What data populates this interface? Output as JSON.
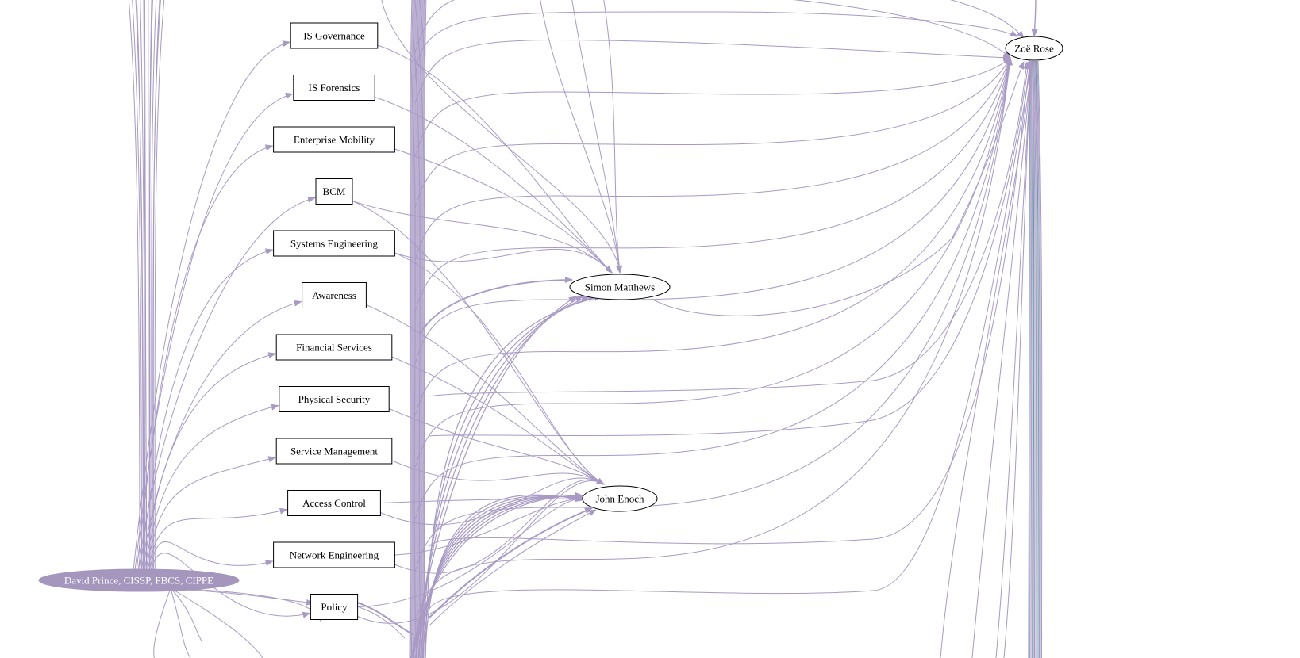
{
  "graph": {
    "center": {
      "label": "David Prince, CISSP, FBCS, CIPPE"
    },
    "skills": [
      {
        "id": "is-governance",
        "label": "IS Governance"
      },
      {
        "id": "is-forensics",
        "label": "IS Forensics"
      },
      {
        "id": "enterprise-mobility",
        "label": "Enterprise Mobility"
      },
      {
        "id": "bcm",
        "label": "BCM"
      },
      {
        "id": "systems-engineering",
        "label": "Systems Engineering"
      },
      {
        "id": "awareness",
        "label": "Awareness"
      },
      {
        "id": "financial-services",
        "label": "Financial Services"
      },
      {
        "id": "physical-security",
        "label": "Physical Security"
      },
      {
        "id": "service-management",
        "label": "Service Management"
      },
      {
        "id": "access-control",
        "label": "Access Control"
      },
      {
        "id": "network-engineering",
        "label": "Network Engineering"
      },
      {
        "id": "policy",
        "label": "Policy"
      }
    ],
    "people": [
      {
        "id": "zoe-rose",
        "label": "Zoë Rose"
      },
      {
        "id": "simon-matthews",
        "label": "Simon Matthews"
      },
      {
        "id": "john-enoch",
        "label": "John Enoch"
      }
    ],
    "colors": {
      "edge": "#a89ac4",
      "center_fill": "#a596be",
      "center_text": "#ffffff",
      "node_stroke": "#000000",
      "teal_edge": "#5ba0a8"
    }
  }
}
